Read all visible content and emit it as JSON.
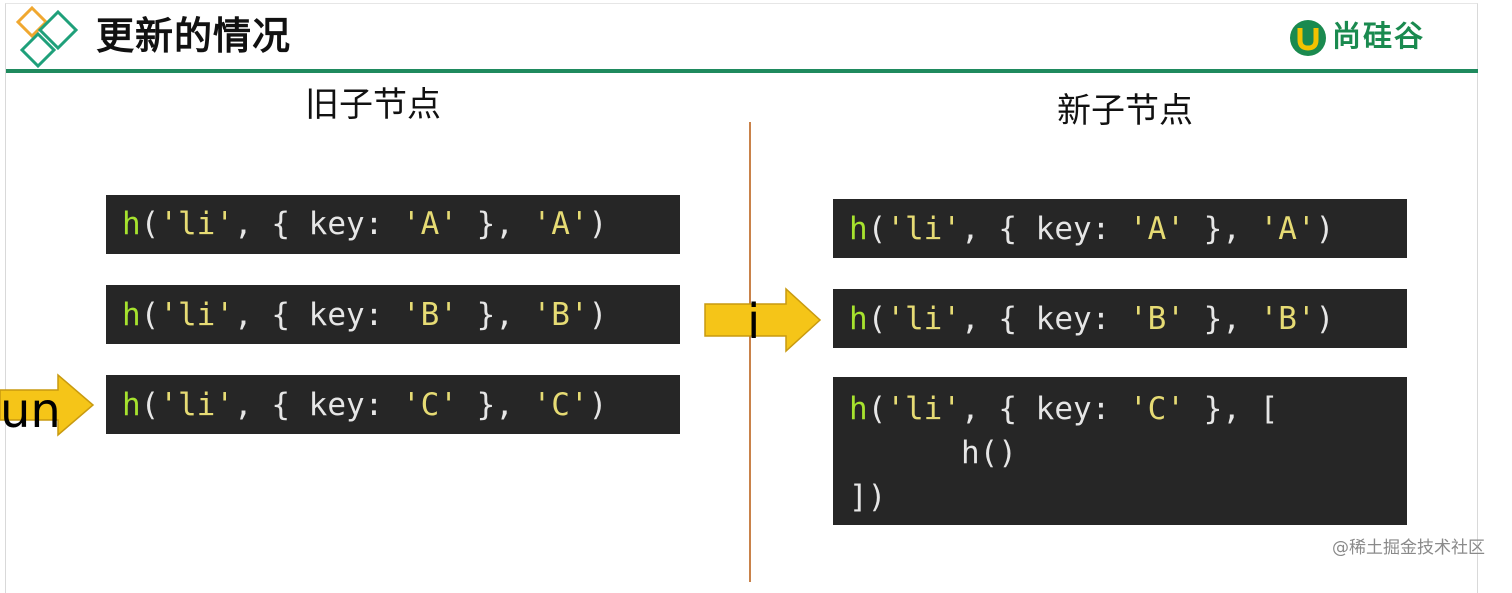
{
  "header": {
    "title": "更新的情况",
    "brand": "尚硅谷"
  },
  "left": {
    "heading": "旧子节点",
    "nodes": [
      {
        "fn": "h",
        "p1": "(",
        "tag": "'li'",
        "p2": ", { key: ",
        "key": "'A'",
        "p3": " }, ",
        "child": "'A'",
        "p4": ")"
      },
      {
        "fn": "h",
        "p1": "(",
        "tag": "'li'",
        "p2": ", { key: ",
        "key": "'B'",
        "p3": " }, ",
        "child": "'B'",
        "p4": ")"
      },
      {
        "fn": "h",
        "p1": "(",
        "tag": "'li'",
        "p2": ", { key: ",
        "key": "'C'",
        "p3": " }, ",
        "child": "'C'",
        "p4": ")"
      }
    ]
  },
  "right": {
    "heading": "新子节点",
    "nodes": [
      {
        "fn": "h",
        "p1": "(",
        "tag": "'li'",
        "p2": ", { key: ",
        "key": "'A'",
        "p3": " }, ",
        "child": "'A'",
        "p4": ")"
      },
      {
        "fn": "h",
        "p1": "(",
        "tag": "'li'",
        "p2": ", { key: ",
        "key": "'B'",
        "p3": " }, ",
        "child": "'B'",
        "p4": ")"
      }
    ],
    "node_c": {
      "fn": "h",
      "p1": "(",
      "tag": "'li'",
      "p2": ", { key: ",
      "key": "'C'",
      "p3": " }, [",
      "line2": "      h()",
      "line3": "])"
    }
  },
  "pointers": {
    "old": "un",
    "new": "i"
  },
  "colors": {
    "accent_green": "#1f8a5e",
    "arrow_fill": "#f5c518",
    "divider": "#c9824a",
    "code_bg": "#262626"
  },
  "icons": [
    "diamond-logo-icon",
    "brand-u-icon",
    "arrow-right-icon"
  ],
  "watermark": "@稀土掘金技术社区"
}
